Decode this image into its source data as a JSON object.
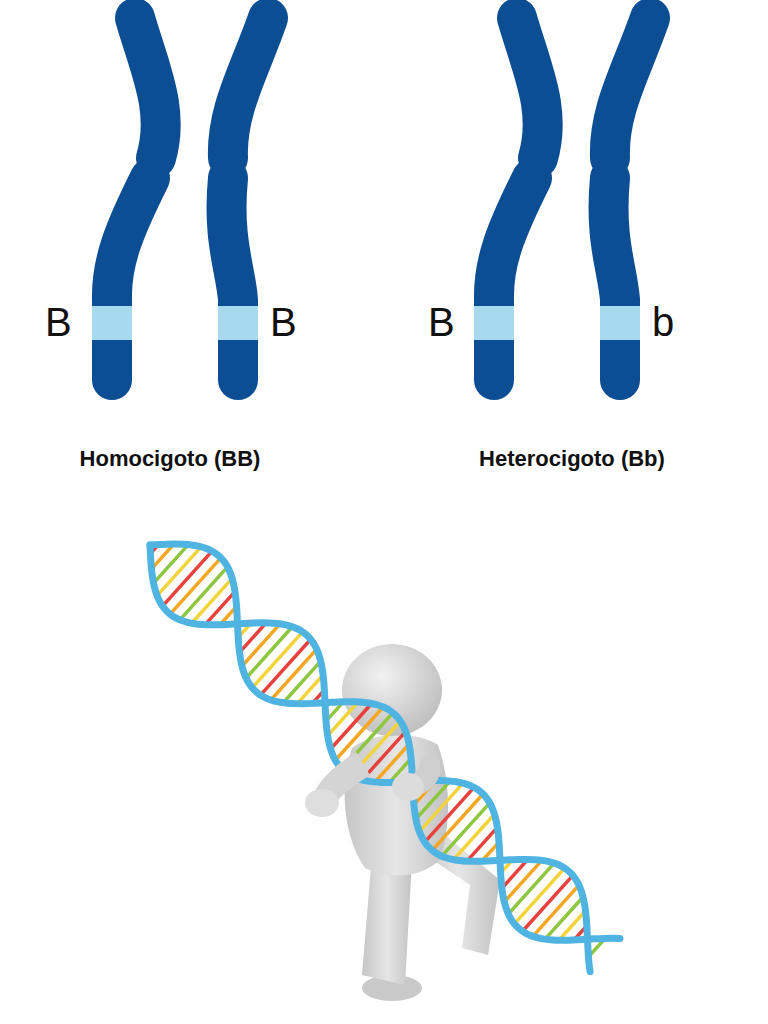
{
  "diagram": {
    "labels": [
      "B",
      "B",
      "B",
      "b",
      "Homocigoto (BB)",
      "Heterocigoto (Bb)"
    ]
  }
}
